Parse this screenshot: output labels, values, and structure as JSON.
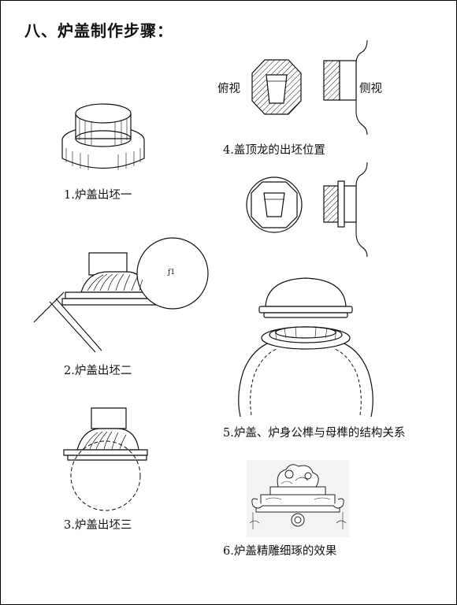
{
  "heading": "八、炉盖制作步骤：",
  "figures": {
    "step1": {
      "caption": "1.炉盖出坯一"
    },
    "step2": {
      "caption": "2.炉盖出坯二",
      "inset_label": "ƒ1"
    },
    "step3": {
      "caption": "3.炉盖出坯三"
    },
    "step4": {
      "caption": "4.盖顶龙的出坯位置",
      "top_view_label": "俯视",
      "side_view_label": "侧视"
    },
    "step5": {
      "caption": "5.炉盖、炉身公榫与母榫的结构关系"
    },
    "step6": {
      "caption": "6.炉盖精雕细琢的效果"
    }
  }
}
